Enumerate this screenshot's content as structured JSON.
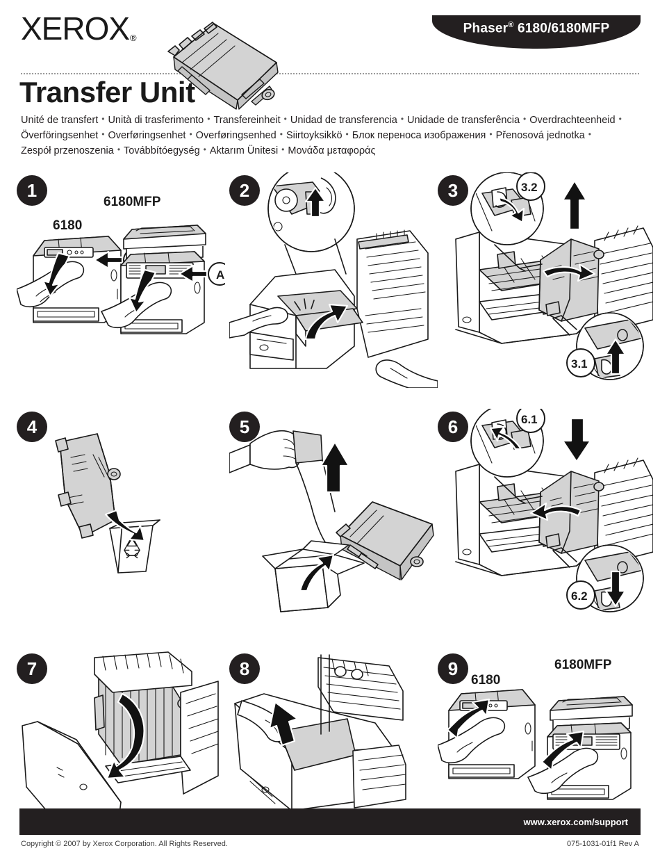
{
  "header": {
    "brand": "XEROX",
    "brand_mark": "®",
    "model_banner": "Phaser",
    "model_banner_reg": "®",
    "model_banner_models": " 6180/6180MFP",
    "title": "Transfer Unit"
  },
  "languages": {
    "line1": [
      "Unité de transfert",
      "Unità di trasferimento",
      "Transfereinheit",
      "Unidad de transferencia",
      "Unidade de transferência",
      "Overdrachteenheid"
    ],
    "line2": [
      "Överföringsenhet",
      "Overføringsenhet",
      "Overføringsenhed",
      "Siirtoyksikkö",
      "Блок переноса изображения",
      "Přenosová jednotka"
    ],
    "line3": [
      "Zespół przenoszenia",
      "Továbbítóegység",
      "Aktarım Ünitesi",
      "Μονάδα μεταφοράς"
    ],
    "separator": "•"
  },
  "steps": [
    {
      "number": "1",
      "labels": [
        "6180",
        "6180MFP"
      ],
      "callouts": [
        "A",
        "A"
      ]
    },
    {
      "number": "2",
      "labels": [],
      "callouts": []
    },
    {
      "number": "3",
      "labels": [],
      "callouts": [
        "3.2",
        "3.1"
      ]
    },
    {
      "number": "4",
      "labels": [],
      "callouts": []
    },
    {
      "number": "5",
      "labels": [],
      "callouts": []
    },
    {
      "number": "6",
      "labels": [],
      "callouts": [
        "6.1",
        "6.2"
      ]
    },
    {
      "number": "7",
      "labels": [],
      "callouts": []
    },
    {
      "number": "8",
      "labels": [],
      "callouts": []
    },
    {
      "number": "9",
      "labels": [
        "6180",
        "6180MFP"
      ],
      "callouts": []
    }
  ],
  "footer": {
    "support_url": "www.xerox.com/support",
    "copyright": "Copyright © 2007 by Xerox Corporation.  All Rights Reserved.",
    "part_number": "075-1031-01f1 Rev A"
  },
  "colors": {
    "black": "#231f20",
    "gray_fill": "#d3d3d3",
    "white": "#ffffff"
  }
}
